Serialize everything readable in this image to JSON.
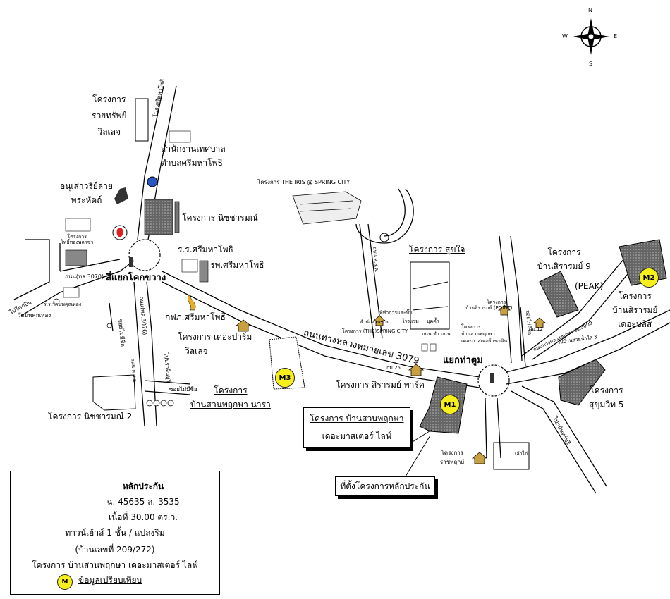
{
  "compass": {
    "north": "N",
    "south": "S",
    "east": "E",
    "west": "W"
  },
  "places": {
    "royal_village_1": "โครงการ",
    "royal_village_2": "รวยทรัพย์",
    "royal_village_3": "วิลเลจ",
    "to_srimahaphot": "ไปอ.ศรีมหาโพธิ",
    "municipality_1": "สำนักงานเทศบาล",
    "municipality_2": "ตำบลศรีมหาโพธิ",
    "monument_1": "อนุเสาวรีย์ลาย",
    "monument_2": "พระหัตถ์",
    "nitcharamp_1": "โครงการ นิชชารมณ์",
    "pho_thong_1": "โครงการ",
    "pho_thong_2": "โพธิ์ทองพลาซ่า",
    "school_1": "ร.ร.ศรีมหาโพธิ",
    "hospital_1": "รพ.ศรีมหาโพธิ",
    "junction_khok": "สี่แยกโคกขวาง",
    "road_3070": "ถนน(ทล.3070)",
    "to_khok_pip": "ไปโคกปีบ",
    "school_wat": "ร.ร.วัดนพคุณทอง",
    "wat": "วัดนพคุณทอง",
    "road_3076": "ถนน(ทล.3076)",
    "prachinburi": "ไปปราจีนบุรี",
    "pea": "กฟภ.ศรีมหาโพธิ",
    "the_farm_1": "โครงการ เดอะปาร์ม",
    "the_farm_2": "วิลเลจ",
    "iris": "โครงการ THE IRIS @ SPRING CITY",
    "sukjai": "โครงการ สุขใจ",
    "spring_city": "โครงการ (THE)SPRING CITY",
    "factory": "โรงแรม",
    "bank": "บุคค้ำ",
    "hwy_3079": "ถนนทางหลวงหมายเลข 3079",
    "km_25": "กม.25",
    "junction_tha_tum": "แยกท่าตูม",
    "sirarom_park": "โครงการ สิรารมย์ พาร์ค",
    "suan_nara_1": "โครงการ",
    "suan_nara_2": "บ้านสวนพฤกษา นารา",
    "nitcharamp_2": "โครงการ นิชชารมณ์ 2",
    "sirarom9_1": "โครงการ",
    "sirarom9_2": "บ้านสิรารมย์ 9",
    "peak": "(PEAK)",
    "sirarom_point_1": "โครงการ",
    "sirarom_point_2": "บ้านสิรารมย์ (POINT)",
    "master_1": "โครงการ",
    "master_2": "บ้านสวนพฤกษา",
    "master_3": "เดอะมาสเตอร์ เซาติน",
    "sirarom_bliss_1": "โครงการ",
    "sirarom_bliss_2": "บ้านสิรารมย์",
    "sirarom_bliss_3": "เดอะบลิส",
    "sukhumvit5_1": "โครงการ",
    "sukhumvit5_2": "สุขุมวิท 5",
    "to_kabin": "ไปกบินทร์บุรี",
    "ratchaphruk_1": "โครงการ",
    "ratchaphruk_2": "ราชพฤกษ์",
    "road_5009": "ถนนทางหลวงชนบท ปจ.5009",
    "to_sawai": "ไปบ้านสวยน้ำใส 3",
    "km_12": "กม.12",
    "lake": "เล้าไก่",
    "small_soi_1": "ซอยไม่มีชื่อ",
    "small_soi_2": "ซอยไม่มีชื่อ",
    "small_soi_3": "ซอยไม่มีชื่อ",
    "road_small_1": "ถนน ค.ส.ล.",
    "road_small_2": "ถนน ค.ส.ล.",
    "land_office": "ที่ทำการและปั๊ม",
    "gov_office": "สำนักงานชาย",
    "house_no": "ถนน ทำ ถนน"
  },
  "markers": {
    "m1": "M1",
    "m2": "M2",
    "m3": "M3"
  },
  "callouts": {
    "subject_1": "โครงการ บ้านสวนพฤกษา",
    "subject_2": "เดอะมาสเตอร์ ไลฟ์",
    "subject_site": "ที่ตั้งโครงการหลักประกัน"
  },
  "legend": {
    "title": "หลักประกัน",
    "deed": "ฉ. 45635 ล. 3535",
    "area": "เนื้อที่ 30.00 ตร.ว.",
    "type": "ทาวน์เฮ้าส์ 1 ชั้น / แปลงริม",
    "house_no": "(บ้านเลขที่ 209/272)",
    "project": "โครงการ บ้านสวนพฤกษา เดอะมาสเตอร์ ไลฟ์",
    "marker": "M",
    "marker_label": "ข้อมูลเปรียบเทียบ"
  },
  "colors": {
    "marker": "#f7ef1c",
    "road": "#000000",
    "hatch": "#444444"
  },
  "icons": [
    "compass-icon",
    "traffic-light-icon",
    "gas-station-icon",
    "monument-icon",
    "house-icon",
    "building-icon"
  ]
}
